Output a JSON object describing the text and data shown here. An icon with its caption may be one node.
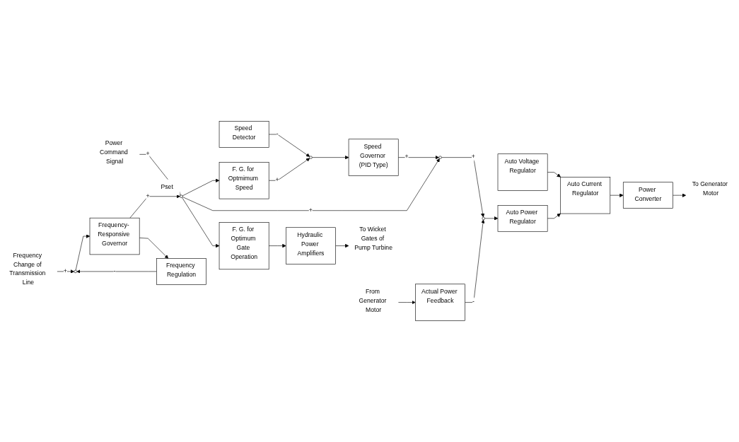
{
  "diagram": {
    "nodes": [
      {
        "text": [
          "Speed Detector"
        ]
      },
      {
        "text": [
          "F. G. for Optmimum Speed"
        ]
      },
      {
        "text": [],
        "shape": "circle"
      },
      {
        "text": [
          "Speed Governor (PID Type)"
        ]
      },
      {
        "text": [
          "Auto Voltage Regulator"
        ]
      },
      {
        "text": [
          "Auto Current Regulator"
        ]
      },
      {
        "text": [],
        "shape": "circle"
      },
      {
        "text": [],
        "shape": "circle"
      },
      {
        "text": [
          "Auto Power Regulator"
        ]
      },
      {
        "text": [
          "Power Converter"
        ]
      },
      {
        "text": [
          "To Generator Motor"
        ]
      },
      {
        "text": [
          "Actual Power Feedback"
        ]
      },
      {
        "text": [
          "From Generator Motor"
        ]
      },
      {
        "text": [
          "F. G. for Optimum Gate Operation"
        ]
      },
      {
        "text": [
          "Hydraulic Power Amplifiers"
        ]
      },
      {
        "text": [
          "To Wicket Gates of Pump Turbine"
        ]
      },
      {
        "text": [],
        "shape": "circle",
        "beside": [
          "Pset"
        ]
      },
      {
        "text": [
          "Frequency- Responsive Governor"
        ]
      },
      {
        "text": [],
        "shape": "circle"
      },
      {
        "text": [
          "Frequency Change of Transmission Line"
        ]
      },
      {
        "text": [
          "Power Command Signal"
        ]
      },
      {
        "text": [
          "Frequency Regulation"
        ]
      }
    ],
    "edges": [
      {
        "from": 0,
        "to": 2,
        "arrow": "to",
        "label": "-"
      },
      {
        "from": 1,
        "to": 2,
        "arrow": "to",
        "label": "+"
      },
      {
        "from": 2,
        "to": 3,
        "arrow": "to"
      },
      {
        "from": 3,
        "to": 6,
        "arrow": "to",
        "label": "+"
      },
      {
        "from": 4,
        "to": 5,
        "arrow": "to"
      },
      {
        "from": 6,
        "to": 7,
        "arrow": "to",
        "label": "+"
      },
      {
        "from": 7,
        "to": 8,
        "arrow": "to"
      },
      {
        "from": 8,
        "to": 5,
        "arrow": "to"
      },
      {
        "from": 5,
        "to": 9,
        "arrow": "to"
      },
      {
        "from": 9,
        "to": 10,
        "arrow": "to"
      },
      {
        "from": 12,
        "to": 11,
        "arrow": "to"
      },
      {
        "from": 11,
        "to": 7,
        "arrow": "to",
        "label": "-"
      },
      {
        "from": 13,
        "to": 14,
        "arrow": "to"
      },
      {
        "from": 14,
        "to": 15,
        "arrow": "to"
      },
      {
        "from": 20,
        "to": 16,
        "arrow": "to",
        "label": "+"
      },
      {
        "from": 16,
        "to": 1,
        "arrow": "to"
      },
      {
        "from": 16,
        "to": 6,
        "arrow": "to",
        "label": "+"
      },
      {
        "from": 16,
        "to": 13,
        "arrow": "to"
      },
      {
        "from": 17,
        "to": 16,
        "arrow": "to",
        "label": "+"
      },
      {
        "from": 17,
        "to": 21,
        "arrow": "to"
      },
      {
        "from": 19,
        "to": 18,
        "arrow": "to",
        "label": "+"
      },
      {
        "from": 21,
        "to": 18,
        "arrow": "to",
        "label": "-"
      },
      {
        "from": 18,
        "to": 17,
        "arrow": "to"
      }
    ]
  }
}
